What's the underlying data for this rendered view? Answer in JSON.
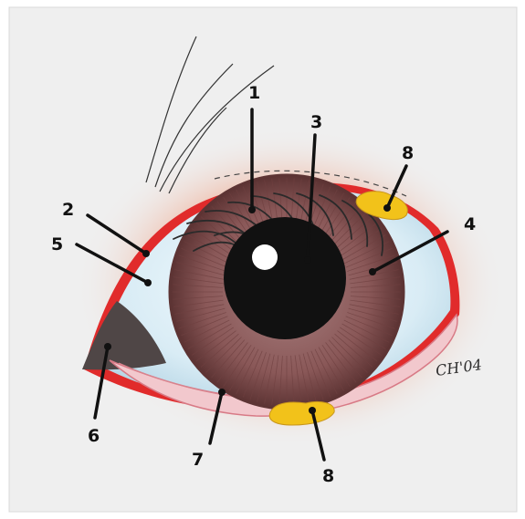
{
  "labels": [
    {
      "id": "1",
      "text": "1"
    },
    {
      "id": "2",
      "text": "2"
    },
    {
      "id": "3",
      "text": "3"
    },
    {
      "id": "4",
      "text": "4"
    },
    {
      "id": "5",
      "text": "5"
    },
    {
      "id": "6",
      "text": "6"
    },
    {
      "id": "7",
      "text": "7"
    },
    {
      "id": "8a",
      "text": "8"
    },
    {
      "id": "8b",
      "text": "8"
    }
  ],
  "signature": "CH'04",
  "colors": {
    "paper": "#efefef",
    "skin_inflamed": "#e98467",
    "lid_margin": "#e12b2b",
    "sclera": "#dcecf3",
    "iris": "#8b5b5b",
    "iris_rim": "#5d3434",
    "pupil": "#111111",
    "discharge": "#f2c21a",
    "conjunctiva": "#f2c8cd",
    "caruncle": "#4f4646"
  }
}
